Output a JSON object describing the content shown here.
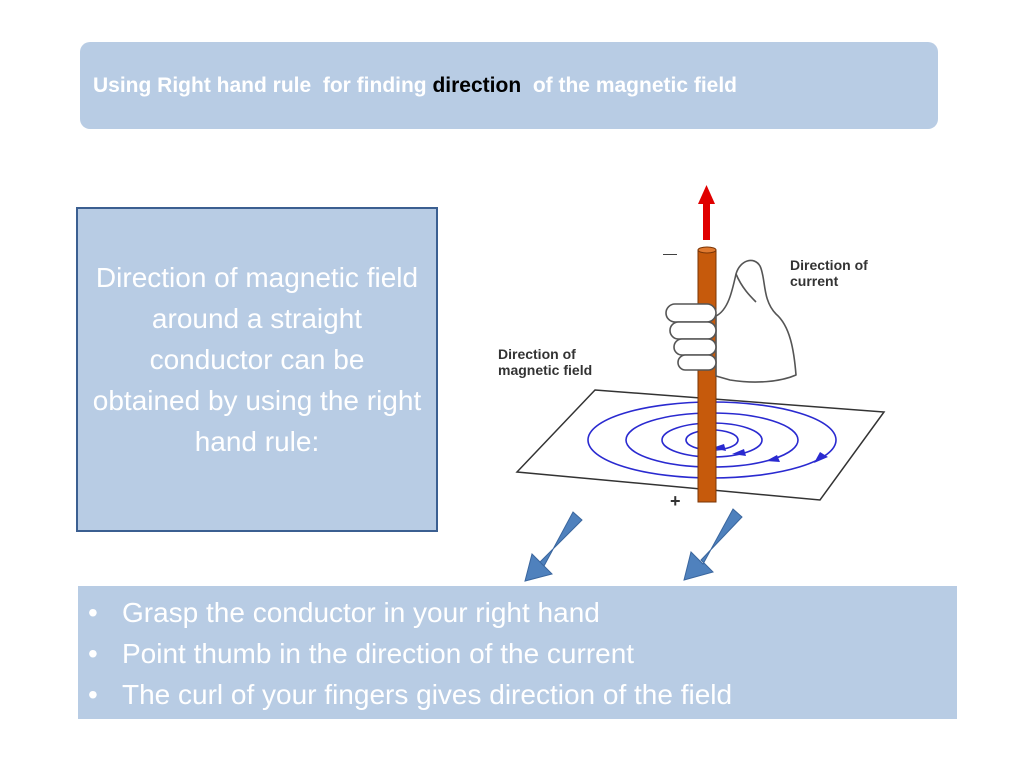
{
  "title": {
    "before": "Using Right hand rule  for finding ",
    "highlight": "direction",
    "after": "  of the magnetic field"
  },
  "left_box": {
    "text": "Direction of magnetic field around a straight conductor can be obtained by using the right hand rule:"
  },
  "diagram": {
    "label_current": [
      "Direction of",
      "current"
    ],
    "label_field": [
      "Direction of",
      "magnetic field"
    ],
    "minus_sign": "—",
    "plus_sign": "+"
  },
  "bullets": [
    "Grasp the conductor in your right hand",
    "Point thumb in the direction of the current",
    "The curl of your fingers gives direction of the field"
  ],
  "colors": {
    "box_fill": "#b8cce4",
    "box_border": "#3b5f91",
    "wire": "#c65a0c",
    "current_arrow": "#e00000",
    "field_lines": "#2a2ad0",
    "pointer_arrows": "#4f81bd"
  }
}
